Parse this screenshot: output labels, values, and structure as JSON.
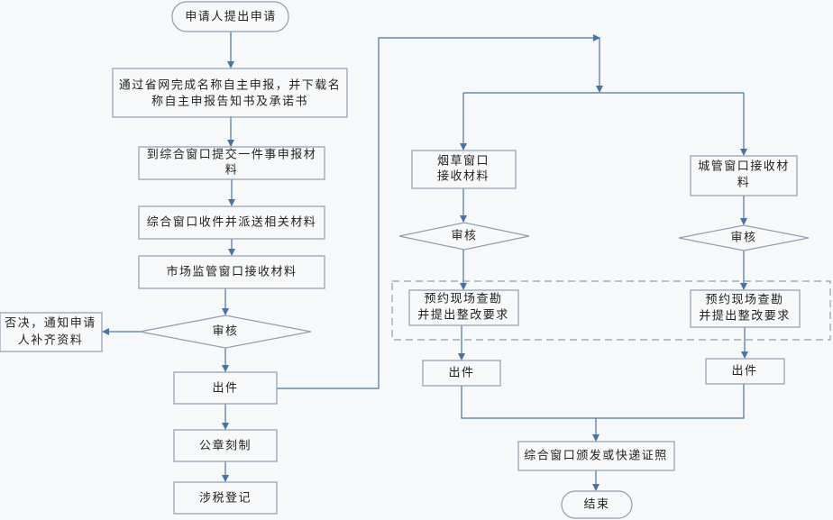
{
  "nodes": {
    "start": "申请人提出申请",
    "step1": [
      "通过省网完成名称自主申报，并下载名",
      "称自主申报告知书及承诺书"
    ],
    "step2": [
      "到综合窗口提交一件事申报材",
      "料"
    ],
    "step3": "综合窗口收件并派送相关材料",
    "step4": "市场监管窗口接收材料",
    "review": "审核",
    "reject": [
      "否决，通知申请",
      "人补齐资料"
    ],
    "issue": "出件",
    "seal": "公章刻制",
    "tax": "涉税登记",
    "tobacco": [
      "烟草窗口",
      "接收材料"
    ],
    "urban": [
      "城管窗口接收材",
      "料"
    ],
    "review_tobacco": "审核",
    "review_urban": "审核",
    "inspect_tobacco": [
      "预约现场查勘",
      "并提出整改要求"
    ],
    "inspect_urban": [
      "预约现场查勘",
      "并提出整改要求"
    ],
    "issue_tobacco": "出件",
    "issue_urban": "出件",
    "deliver": "综合窗口颁发或快递证照",
    "end": "结束"
  },
  "colors": {
    "connector": "#4a74a0",
    "border": "#8f9db0",
    "background": "#f7f8f9"
  }
}
